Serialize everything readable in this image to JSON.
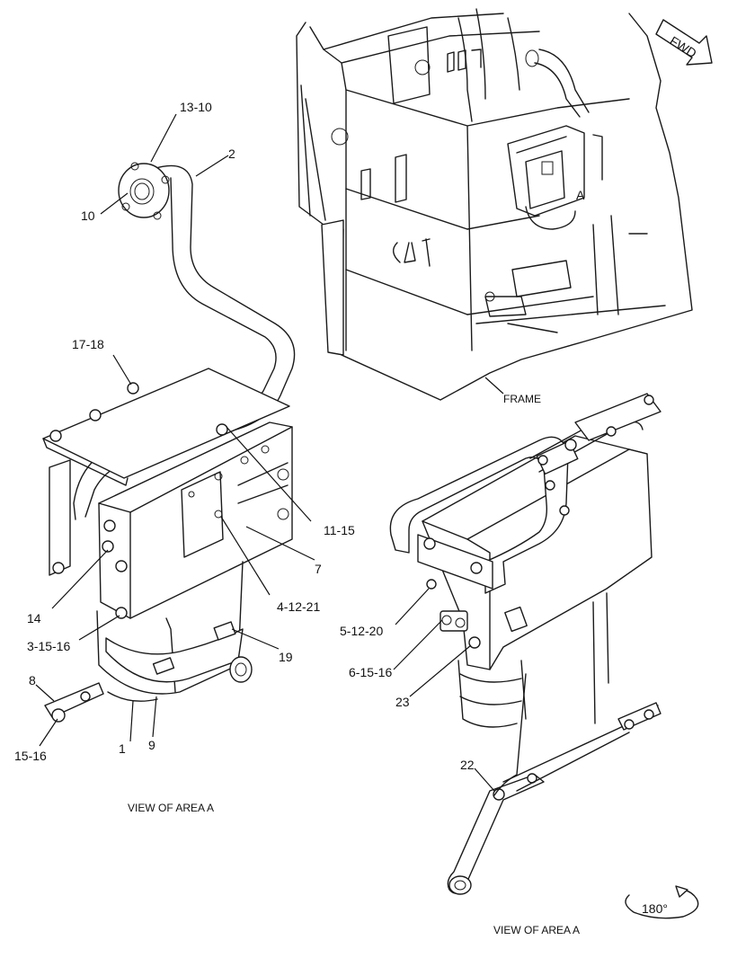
{
  "orientation_label": "FWD",
  "area_marker": "A",
  "frame_label": "FRAME",
  "rotation_label": "180°",
  "captions": {
    "left": "VIEW OF AREA  A",
    "right": "VIEW OF AREA  A"
  },
  "callouts": {
    "c_13_10": "13-10",
    "c_2": "2",
    "c_10": "10",
    "c_17_18": "17-18",
    "c_11_15": "11-15",
    "c_7": "7",
    "c_4_12_21": "4-12-21",
    "c_14": "14",
    "c_3_15_16": "3-15-16",
    "c_19": "19",
    "c_8": "8",
    "c_15_16": "15-16",
    "c_1": "1",
    "c_9": "9",
    "c_5_12_20": "5-12-20",
    "c_6_15_16": "6-15-16",
    "c_23": "23",
    "c_22": "22"
  }
}
